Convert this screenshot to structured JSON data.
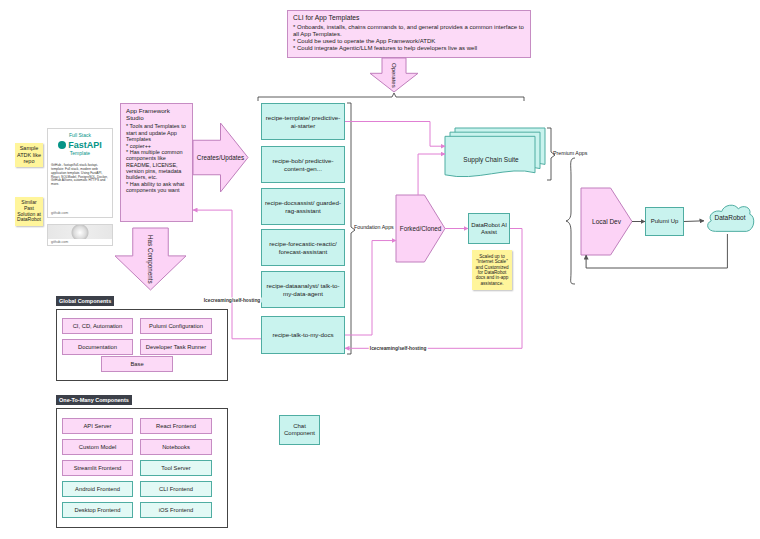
{
  "diagram": {
    "nodes": [
      {
        "text": [
          "CLI for App Templates",
          "* Onboards, installs, chains commands to, and general provides a common interface to all App Templates.",
          "* Could be used to operate the App Framework/ATDK",
          "* Could integrate Agentic/LLM features to help developers live as well"
        ]
      },
      {
        "text": [
          "Operates"
        ]
      },
      {
        "text": [
          "Sample ATDK like repo"
        ]
      },
      {
        "text": [
          "Full Stack",
          "FastAPI",
          "Template",
          "GitHub - fastapi/full-stack-fastapi-template: Full stack, modern web application template. Using FastAPI, React, SQLModel, PostgreSQL, Docker, GitHub Actions, automatic HTTPS and more.",
          "github.com"
        ]
      },
      {
        "text": [
          "App Framework Studio",
          "* Tools and Templates to start and update App Templates",
          "* copier++",
          "* Has multiple common components like README, LICENSE, version pins, metadata builders, etc.",
          "* Has ability to ask what components you want"
        ]
      },
      {
        "text": [
          "Creates/Updates"
        ]
      },
      {
        "text": [
          "recipe-template/ predictive-ai-starter"
        ]
      },
      {
        "text": [
          "recipe-bob/ predictive-content-gen..."
        ]
      },
      {
        "text": [
          "recipe-docsassist/ guarded-rag-assistant"
        ]
      },
      {
        "text": [
          "recipe-forecastic-reactic/ forecast-assistant"
        ]
      },
      {
        "text": [
          "recipe-dataanalyst/ talk-to-my-data-agent"
        ]
      },
      {
        "text": [
          "recipe-talk-to-my-docs"
        ]
      },
      {
        "text": [
          "Supply Chain Suite"
        ]
      },
      {
        "text": [
          "Similar Past Solution at DataRobot"
        ]
      },
      {
        "text": [
          "github.com"
        ]
      },
      {
        "text": [
          "Forked/Cloned"
        ]
      },
      {
        "text": [
          "DataRobot AI Assist"
        ]
      },
      {
        "text": [
          "Scaled up to \"Internet Scale\" and Customized for DataRobot docs and in-app assistance."
        ]
      },
      {
        "text": [
          "Local Dev"
        ]
      },
      {
        "text": [
          "Pulumi Up"
        ]
      },
      {
        "text": [
          "DataRobot"
        ]
      },
      {
        "text": [
          "Has Components"
        ]
      },
      {
        "text": [
          "Global Components"
        ]
      },
      {
        "text": [
          "CI, CD, Automation"
        ],
        "in": 22
      },
      {
        "text": [
          "Pulumi Configuration"
        ],
        "in": 22
      },
      {
        "text": [
          "Documentation"
        ],
        "in": 22
      },
      {
        "text": [
          "Developer Task Runner"
        ],
        "in": 22
      },
      {
        "text": [
          "Base"
        ],
        "in": 22
      },
      {
        "text": [
          "One-To-Many Components"
        ]
      },
      {
        "text": [
          "API Server"
        ],
        "in": 28
      },
      {
        "text": [
          "React Frontend"
        ],
        "in": 28
      },
      {
        "text": [
          "Custom Model"
        ],
        "in": 28
      },
      {
        "text": [
          "Notebooks"
        ],
        "in": 28
      },
      {
        "text": [
          "Streamlit Frontend"
        ],
        "in": 28
      },
      {
        "text": [
          "Tool Server"
        ],
        "in": 28
      },
      {
        "text": [
          "Android Frontend"
        ],
        "in": 28
      },
      {
        "text": [
          "CLI Frontend"
        ],
        "in": 28
      },
      {
        "text": [
          "Desktop Frontend"
        ],
        "in": 28
      },
      {
        "text": [
          "iOS Frontend"
        ],
        "in": 28
      },
      {
        "text": [
          "Chat Component"
        ]
      }
    ],
    "edges": [
      {
        "from": 6,
        "to": 12,
        "arrow": "to"
      },
      {
        "from": 15,
        "to": 12,
        "arrow": "to"
      },
      {
        "from": 15,
        "to": 16,
        "arrow": "to"
      },
      {
        "from": 11,
        "to": 15,
        "arrow": "to"
      },
      {
        "from": 16,
        "to": 11,
        "label": "Icecreaming/self-hosting",
        "arrow": "to"
      },
      {
        "from": 11,
        "to": 4,
        "label": "Icecreaming/self-hosting",
        "arrow": "to"
      },
      {
        "from": 18,
        "to": 19,
        "arrow": "to"
      },
      {
        "from": 19,
        "to": 20,
        "arrow": "to"
      },
      {
        "from": 20,
        "to": 18,
        "arrow": "to"
      }
    ],
    "labels": [
      "Foundation Apps",
      "Premium Apps"
    ]
  }
}
